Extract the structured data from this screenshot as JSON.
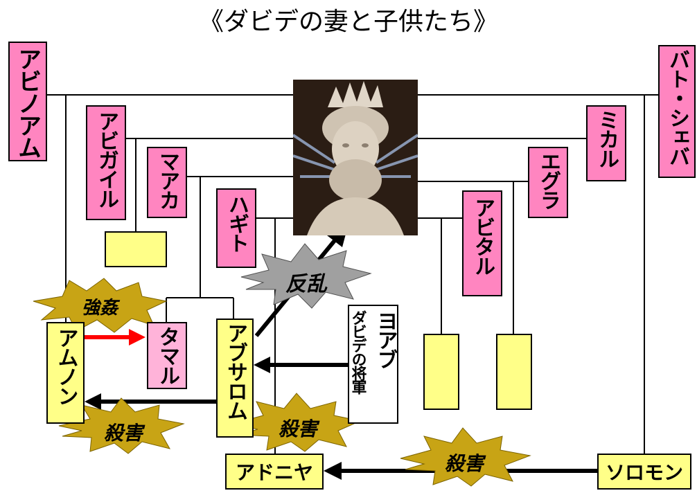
{
  "title": "《ダビデの妻と子供たち》",
  "wives": {
    "ahinoam": "アビノアム",
    "abigail": "アビガイル",
    "maacah": "マアカ",
    "haggith": "ハギト",
    "abital": "アビタル",
    "eglah": "エグラ",
    "michal": "ミカル",
    "bathsheba": "バト・シェバ"
  },
  "children": {
    "amnon": "アムノン",
    "tamar": "タマル",
    "absalom": "アブサロム",
    "adonijah": "アドニヤ",
    "solomon": "ソロモン"
  },
  "joab": {
    "name": "ヨアブ",
    "title": "ダビデの将軍"
  },
  "events": {
    "rape": "強姦",
    "rebellion": "反乱",
    "murder_amnon": "殺害",
    "murder_absalom": "殺害",
    "murder_adonijah": "殺害"
  },
  "colors": {
    "wife": "#ff85c0",
    "daughter": "#ffb3d9",
    "child": "#ffff88",
    "burst_gold": "#c8a415",
    "burst_gray": "#a0a0a0",
    "arrow_red": "#ff0000",
    "arrow_black": "#000000"
  },
  "icons": {
    "king": "crowned-king-statue"
  }
}
